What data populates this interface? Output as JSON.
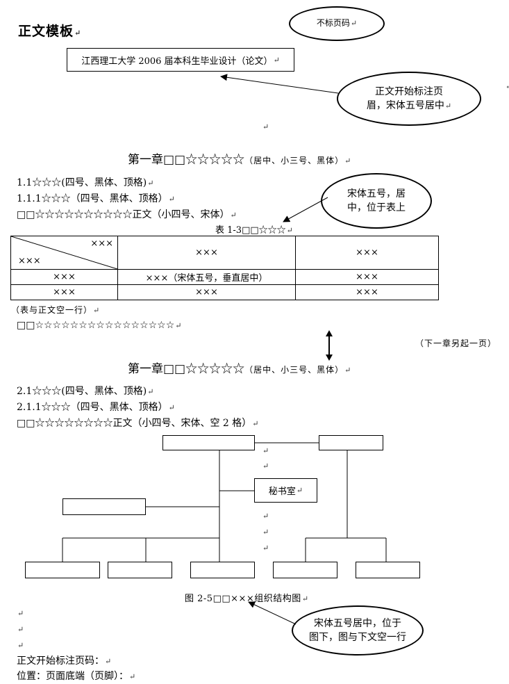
{
  "title": "正文模板",
  "callout_no_page": "不标页码",
  "header_box": "江西理工大学 2006 届本科生毕业设计（论文）",
  "callout_header": {
    "line1": "正文开始标注页",
    "line2": "眉，宋体五号居中"
  },
  "chapter1": {
    "heading": "第一章□□☆☆☆☆☆",
    "note": "（居中、小三号、黑体）"
  },
  "ch1_lines": [
    "1.1☆☆☆(四号、黑体、顶格)",
    "1.1.1☆☆☆（四号、黑体、顶格）",
    "□□☆☆☆☆☆☆☆☆☆☆正文（小四号、宋体）"
  ],
  "callout_table": {
    "line1": "宋体五号，居",
    "line2": "中，位于表上"
  },
  "table_caption": "表 1-3□□☆☆☆",
  "table": {
    "header_top": "×××",
    "header_bottom": "×××",
    "header_cols": [
      "×××",
      "×××"
    ],
    "rows": [
      [
        "×××",
        "×××（宋体五号，垂直居中）",
        "×××"
      ],
      [
        "×××",
        "×××",
        "×××"
      ]
    ]
  },
  "after_table_note": "（表与正文空一行）",
  "after_table_line": "□□☆☆☆☆☆☆☆☆☆☆☆☆☆☆☆☆",
  "next_chapter_note": "（下一章另起一页）",
  "chapter2": {
    "heading": "第一章□□☆☆☆☆☆",
    "note": "（居中、小三号、黑体）"
  },
  "ch2_lines": [
    "2.1☆☆☆(四号、黑体、顶格)",
    "2.1.1☆☆☆（四号、黑体、顶格）",
    "□□☆☆☆☆☆☆☆☆正文（小四号、宋体、空 2 格）"
  ],
  "org_center_label": "秘书室",
  "figure_caption": "图 2-5□□×××组织结构图",
  "callout_figure": {
    "line1": "宋体五号居中，位于",
    "line2": "图下，图与下文空一行"
  },
  "footer_lines": [
    "正文开始标注页码：",
    "位置：页面底端（页脚）："
  ],
  "paragraph_mark": "↵"
}
